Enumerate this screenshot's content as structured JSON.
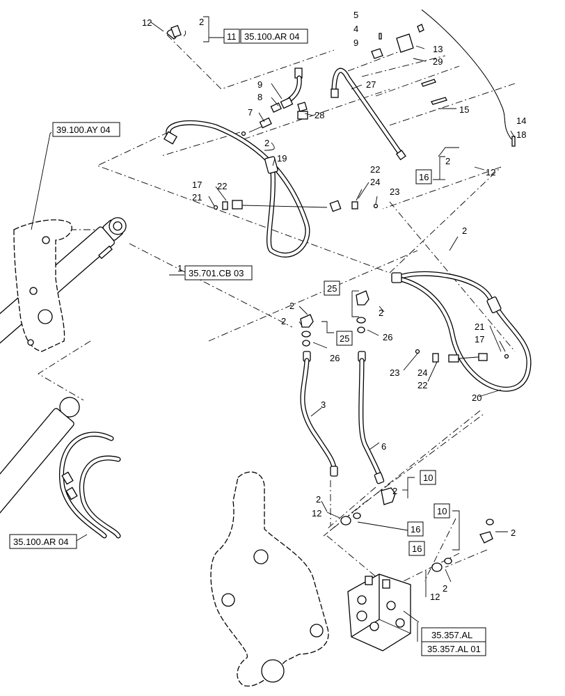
{
  "callouts": {
    "c1": "1",
    "c2a": "2",
    "c2b": "2",
    "c2c": "2",
    "c2d": "2",
    "c2e": "2",
    "c2f": "2",
    "c2g": "2",
    "c2h": "2",
    "c2i": "2",
    "c2j": "2",
    "c2k": "2",
    "c3": "3",
    "c4": "4",
    "c5": "5",
    "c6": "6",
    "c7": "7",
    "c8": "8",
    "c9a": "9",
    "c9b": "9",
    "c12a": "12",
    "c12b": "12",
    "c12c": "12",
    "c12d": "12",
    "c13": "13",
    "c14": "14",
    "c15": "15",
    "c17a": "17",
    "c17b": "17",
    "c18": "18",
    "c19": "19",
    "c20": "20",
    "c21a": "21",
    "c21b": "21",
    "c22a": "22",
    "c22b": "22",
    "c22c": "22",
    "c23a": "23",
    "c23b": "23",
    "c24a": "24",
    "c24b": "24",
    "c26a": "26",
    "c26b": "26",
    "c27": "27",
    "c28": "28",
    "c29": "29"
  },
  "boxed": {
    "b11": "11",
    "b16a": "16",
    "b16b": "16",
    "b16c": "16",
    "b25a": "25",
    "b25b": "25",
    "b10a": "10",
    "b10b": "10"
  },
  "refs": {
    "r_ar04_top": "35.100.AR 04",
    "r_ay04": "39.100.AY 04",
    "r_cb03": "35.701.CB 03",
    "r_ar04_left": "35.100.AR 04",
    "r_al": "35.357.AL",
    "r_al01": "35.357.AL 01"
  }
}
